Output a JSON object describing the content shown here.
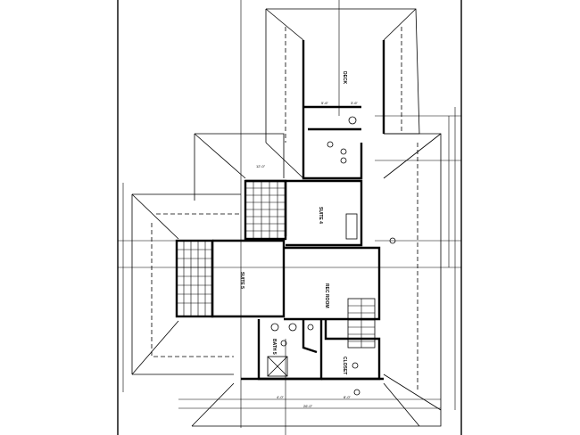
{
  "drawing": {
    "rooms": {
      "deck": "DECK",
      "suite4": "SUITE 4",
      "suite5": "SUITE 5",
      "rec_room": "REC ROOM",
      "bath5": "BATH 5",
      "closet": "CLOSET"
    },
    "dimensions": {
      "d1": "12'-0\"",
      "d2": "5'-6\"",
      "d3": "3'-6\"",
      "d4": "4'-0\"",
      "d5": "8'-0\"",
      "d6": "26'-0\""
    }
  }
}
